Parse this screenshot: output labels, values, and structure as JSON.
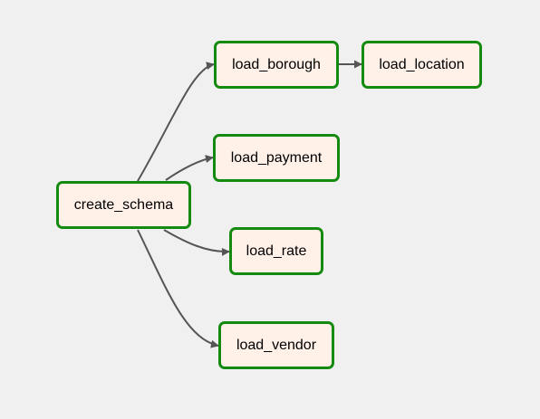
{
  "graph": {
    "nodes": {
      "create_schema": "create_schema",
      "load_borough": "load_borough",
      "load_location": "load_location",
      "load_payment": "load_payment",
      "load_rate": "load_rate",
      "load_vendor": "load_vendor"
    },
    "edges": [
      {
        "from": "create_schema",
        "to": "load_borough"
      },
      {
        "from": "create_schema",
        "to": "load_payment"
      },
      {
        "from": "create_schema",
        "to": "load_rate"
      },
      {
        "from": "create_schema",
        "to": "load_vendor"
      },
      {
        "from": "load_borough",
        "to": "load_location"
      }
    ]
  },
  "colors": {
    "node_border": "#158a10",
    "node_fill": "#fff0e8",
    "edge": "#555555",
    "background": "#f0f0f0"
  }
}
